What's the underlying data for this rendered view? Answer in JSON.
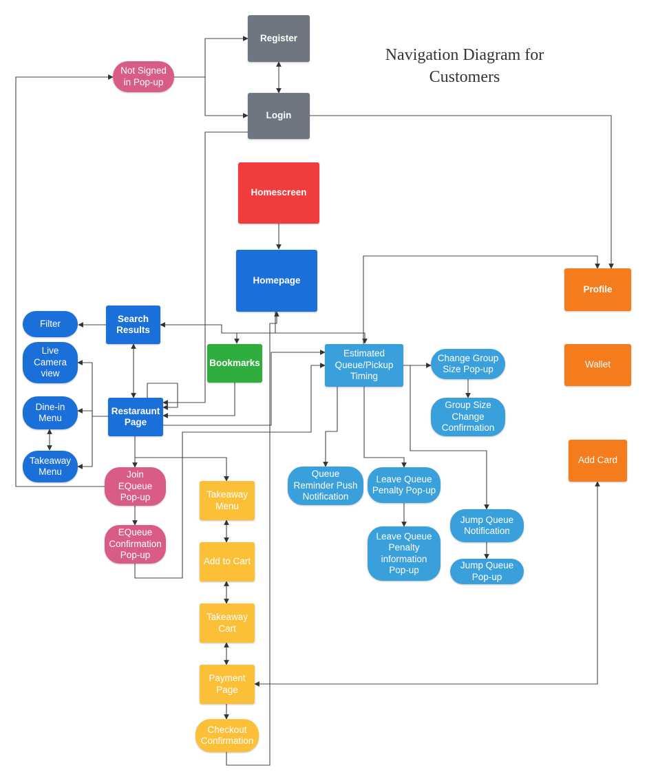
{
  "title": "Navigation Diagram for\nCustomers",
  "nodes": {
    "register": "Register",
    "login": "Login",
    "not_signed": "Not Signed\nin Pop-up",
    "homescreen": "Homescreen",
    "homepage": "Homepage",
    "profile": "Profile",
    "wallet": "Wallet",
    "add_card": "Add Card",
    "search_results": "Search\nResults",
    "filter": "Filter",
    "live_camera": "Live\nCamera\nview",
    "dinein_menu": "Dine-in\nMenu",
    "takeaway_menu_blue": "Takeaway\nMenu",
    "restaurant_page": "Restaraunt\nPage",
    "bookmarks": "Bookmarks",
    "estimated_queue": "Estimated\nQueue/Pickup\nTiming",
    "change_group": "Change Group\nSize Pop-up",
    "group_size_conf": "Group Size\nChange\nConfirmation",
    "queue_reminder": "Queue\nReminder Push\nNotification",
    "leave_queue_penalty": "Leave Queue\nPenalty Pop-up",
    "leave_queue_info": "Leave Queue\nPenalty\ninformation\nPop-up",
    "jump_queue_notif": "Jump Queue\nNotification",
    "jump_queue_popup": "Jump Queue\nPop-up",
    "join_equeue": "Join\nEQueue\nPop-up",
    "equeue_conf": "EQueue\nConfirmation\nPop-up",
    "takeaway_menu_yellow": "Takeaway\nMenu",
    "add_to_cart": "Add to Cart",
    "takeaway_cart": "Takeaway\nCart",
    "payment_page": "Payment\nPage",
    "checkout_conf": "Checkout\nConfirmation"
  }
}
